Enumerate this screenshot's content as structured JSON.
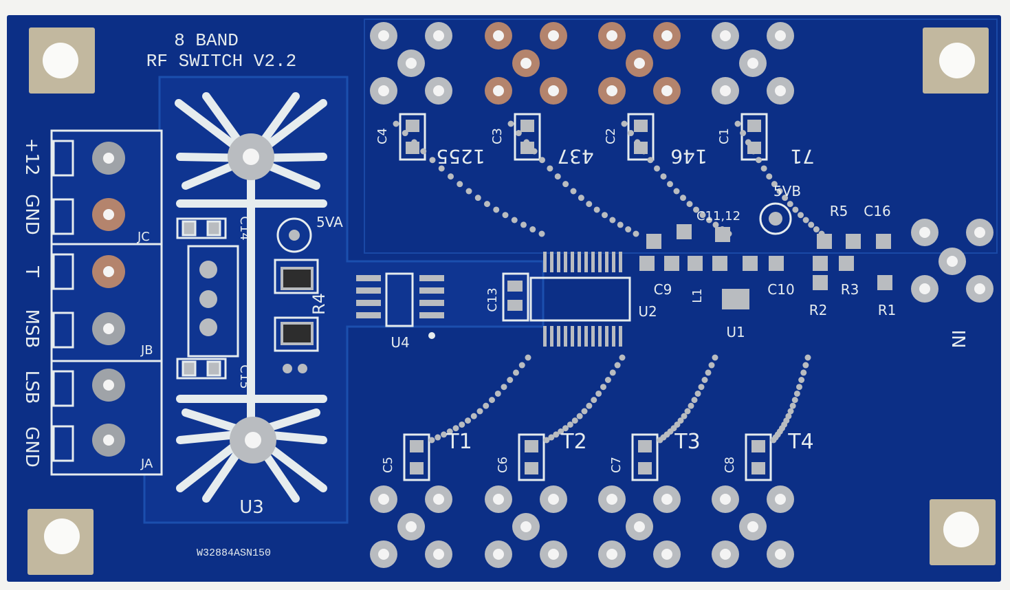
{
  "board": {
    "title_line1": "8 BAND",
    "title_line2": "RF SWITCH V2.2",
    "serial": "W32884ASN150",
    "colors": {
      "soldermask": "#0c2f86",
      "copper_trace": "#1446a8",
      "silkscreen": "#e6ecee",
      "pad_tin": "#b9bcc0",
      "pad_copper": "#b4846d",
      "background": "#f3f3f1"
    }
  },
  "connector_labels": {
    "pin1": "+12",
    "pin2": "GND",
    "pin3": "T",
    "pin4": "MSB",
    "pin5": "LSB",
    "pin6": "GND"
  },
  "jumper_labels": {
    "jc": "JC",
    "jb": "JB",
    "ja": "JA"
  },
  "components": {
    "c14": "C14",
    "c15": "C15",
    "r4": "R4",
    "u4": "U4",
    "u3": "U3",
    "va": "5VA",
    "vb": "5VB",
    "c13": "C13",
    "u2": "U2",
    "c9": "C9",
    "l1": "L1",
    "c10": "C10",
    "u1": "U1",
    "c11_12": "C11,12",
    "r5": "R5",
    "c16": "C16",
    "r2": "R2",
    "r3": "R3",
    "r1": "R1",
    "in": "IN"
  },
  "top_ports": [
    {
      "cap": "C4",
      "bands": "1255"
    },
    {
      "cap": "C3",
      "bands": "437"
    },
    {
      "cap": "C2",
      "bands": "146"
    },
    {
      "cap": "C1",
      "bands": "71"
    }
  ],
  "bottom_ports": [
    {
      "cap": "C5",
      "label": "T1"
    },
    {
      "cap": "C6",
      "label": "T2"
    },
    {
      "cap": "C7",
      "label": "T3"
    },
    {
      "cap": "C8",
      "label": "T4"
    }
  ]
}
